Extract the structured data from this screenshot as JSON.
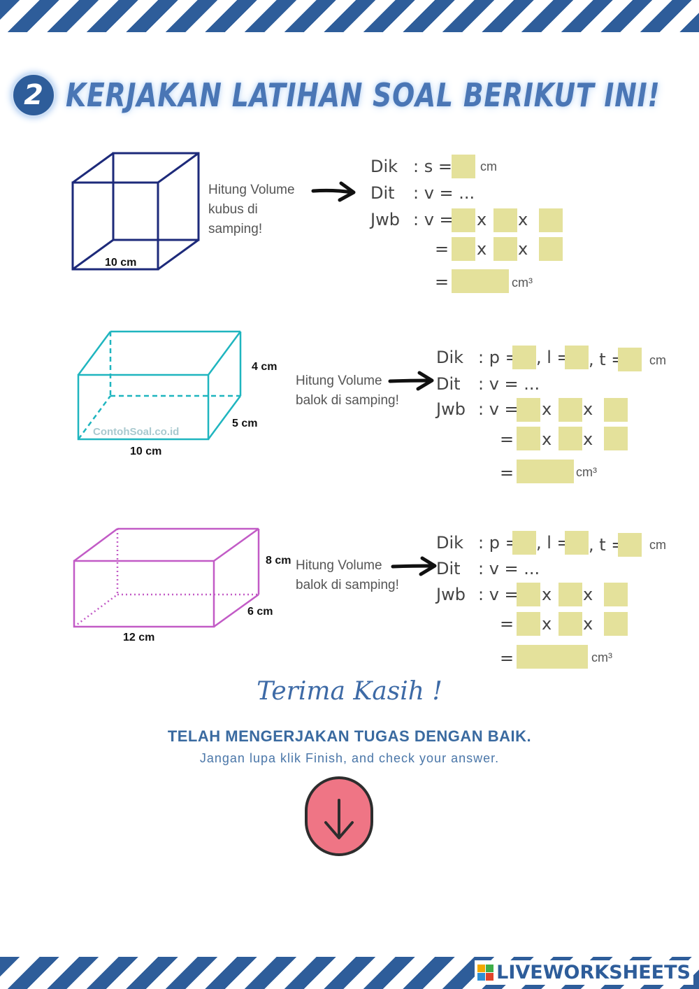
{
  "header": {
    "number": "2",
    "title": "KERJAKAN LATIHAN SOAL BERIKUT INI!"
  },
  "problems": [
    {
      "hint": [
        "Hitung Volume",
        "kubus di",
        "samping!"
      ],
      "dims": {
        "bottom": "10 cm"
      },
      "dik": {
        "label": "Dik",
        "text": ": s =",
        "unit": "cm"
      },
      "dit": {
        "label": "Dit",
        "text": ": v = ..."
      },
      "jwb": {
        "label": "Jwb",
        "text": ": v ="
      },
      "times": "x",
      "eq": "=",
      "unit3": "cm³"
    },
    {
      "hint": [
        "Hitung Volume",
        "balok di samping!"
      ],
      "dims": {
        "height": "4 cm",
        "depth": "5 cm",
        "length": "10 cm",
        "watermark": "ContohSoal.co.id"
      },
      "dik": {
        "label": "Dik",
        "p": ": p =",
        "l": ", l =",
        "t": ", t =",
        "unit": "cm"
      },
      "dit": {
        "label": "Dit",
        "text": ": v = ..."
      },
      "jwb": {
        "label": "Jwb",
        "text": ": v ="
      },
      "times": "x",
      "eq": "=",
      "unit3": "cm³"
    },
    {
      "hint": [
        "Hitung Volume",
        "balok di samping!"
      ],
      "dims": {
        "height": "8 cm",
        "depth": "6 cm",
        "length": "12 cm"
      },
      "dik": {
        "label": "Dik",
        "p": ": p =",
        "l": ", l =",
        "t": ", t =",
        "unit": "cm"
      },
      "dit": {
        "label": "Dit",
        "text": ": v = ..."
      },
      "jwb": {
        "label": "Jwb",
        "text": ": v ="
      },
      "times": "x",
      "eq": "=",
      "unit3": "cm³"
    }
  ],
  "footer": {
    "thanks": "Terima Kasih !",
    "closing": "TELAH MENGERJAKAN TUGAS DENGAN BAIK.",
    "sub": "Jangan lupa klik Finish, and check your answer.",
    "brand": "LIVEWORKSHEETS"
  },
  "colors": {
    "accent": "#2e5d9a",
    "cube": "#1d2a7a",
    "balok1": "#1fb5bf",
    "balok2": "#c25bc6",
    "answer_box": "#e4e19b",
    "button": "#ef7585"
  }
}
